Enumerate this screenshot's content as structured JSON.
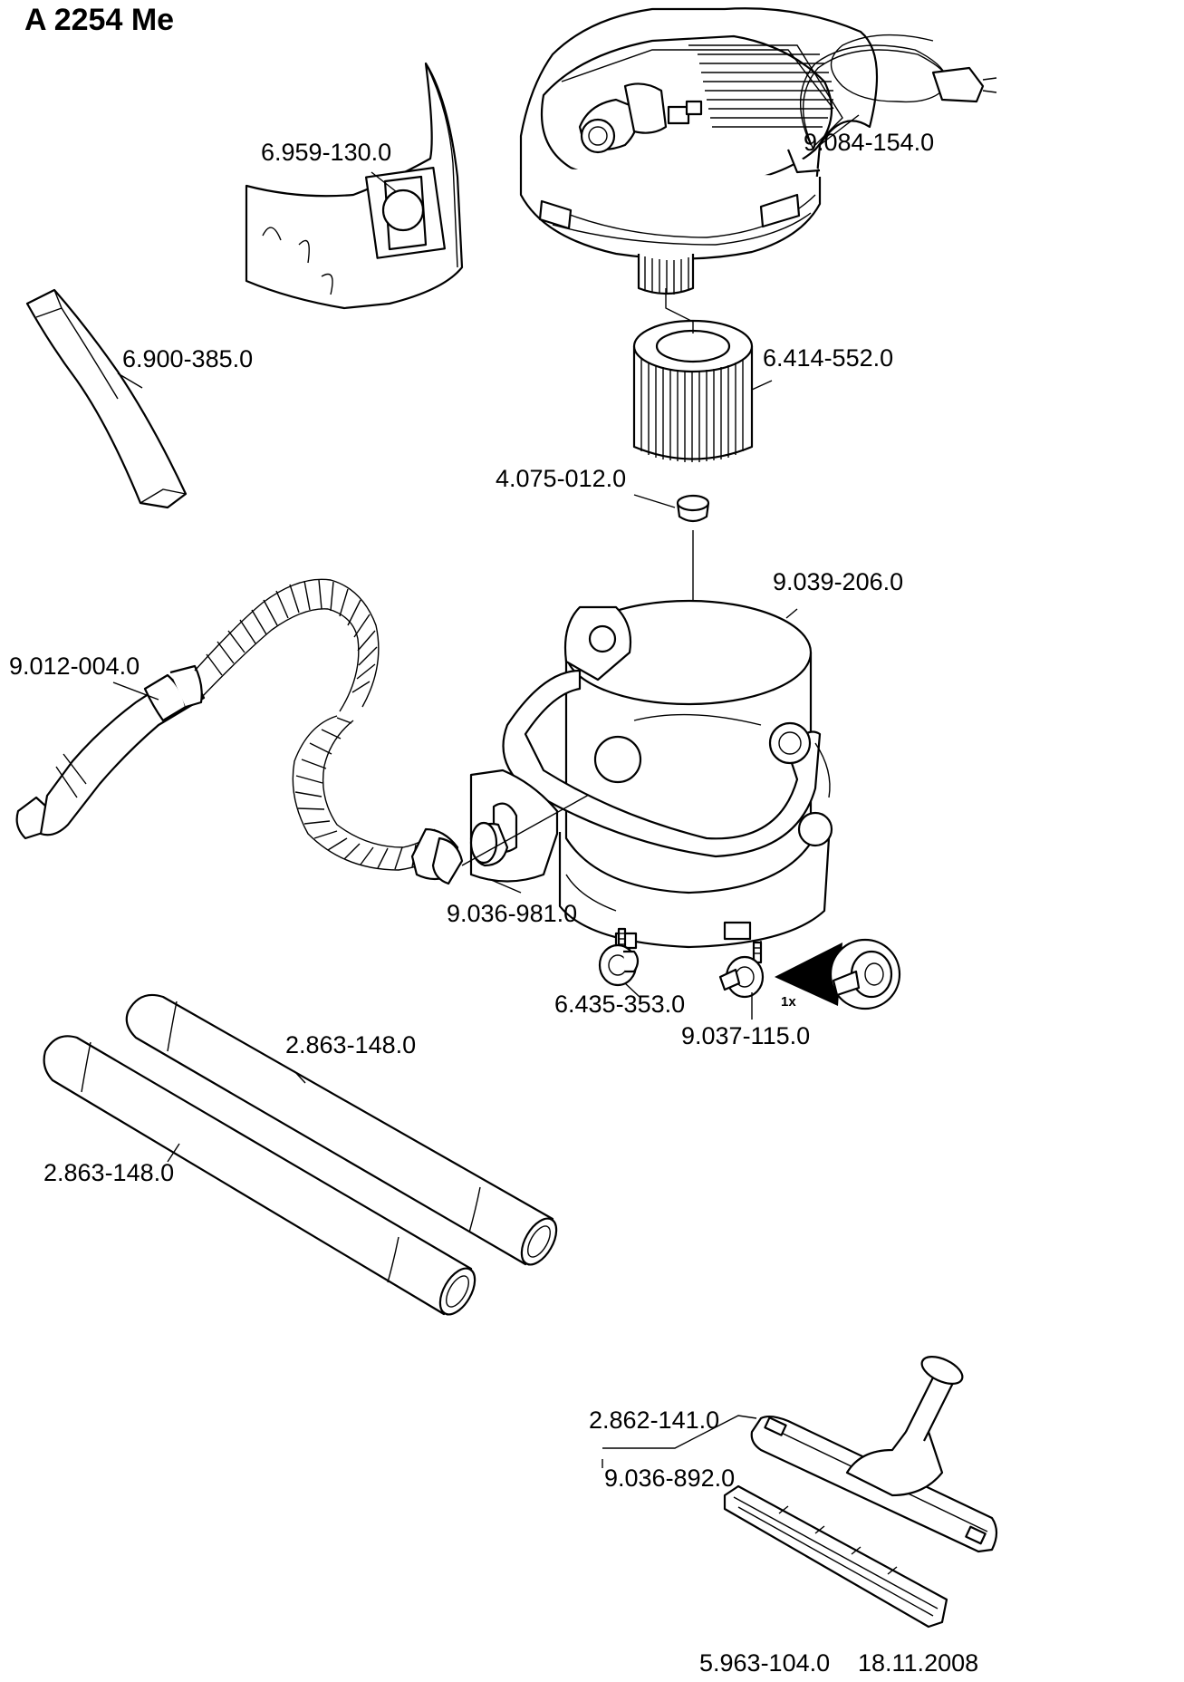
{
  "title": "A 2254 Me",
  "footer": {
    "doc_number": "5.963-104.0",
    "date": "18.11.2008"
  },
  "quantity_note": "1x",
  "labels": {
    "power_cord": "9.084-154.0",
    "filter_bag": "6.959-130.0",
    "crevice_nozzle": "6.900-385.0",
    "cartridge_filter": "6.414-552.0",
    "filter_nut": "4.075-012.0",
    "container": "9.039-206.0",
    "suction_hose": "9.012-004.0",
    "inlet_socket": "9.036-981.0",
    "castor": "6.435-353.0",
    "castor_brake": "9.037-115.0",
    "tube_upper": "2.863-148.0",
    "tube_lower": "2.863-148.0",
    "floor_nozzle": "2.862-141.0",
    "nozzle_insert": "9.036-892.0"
  }
}
